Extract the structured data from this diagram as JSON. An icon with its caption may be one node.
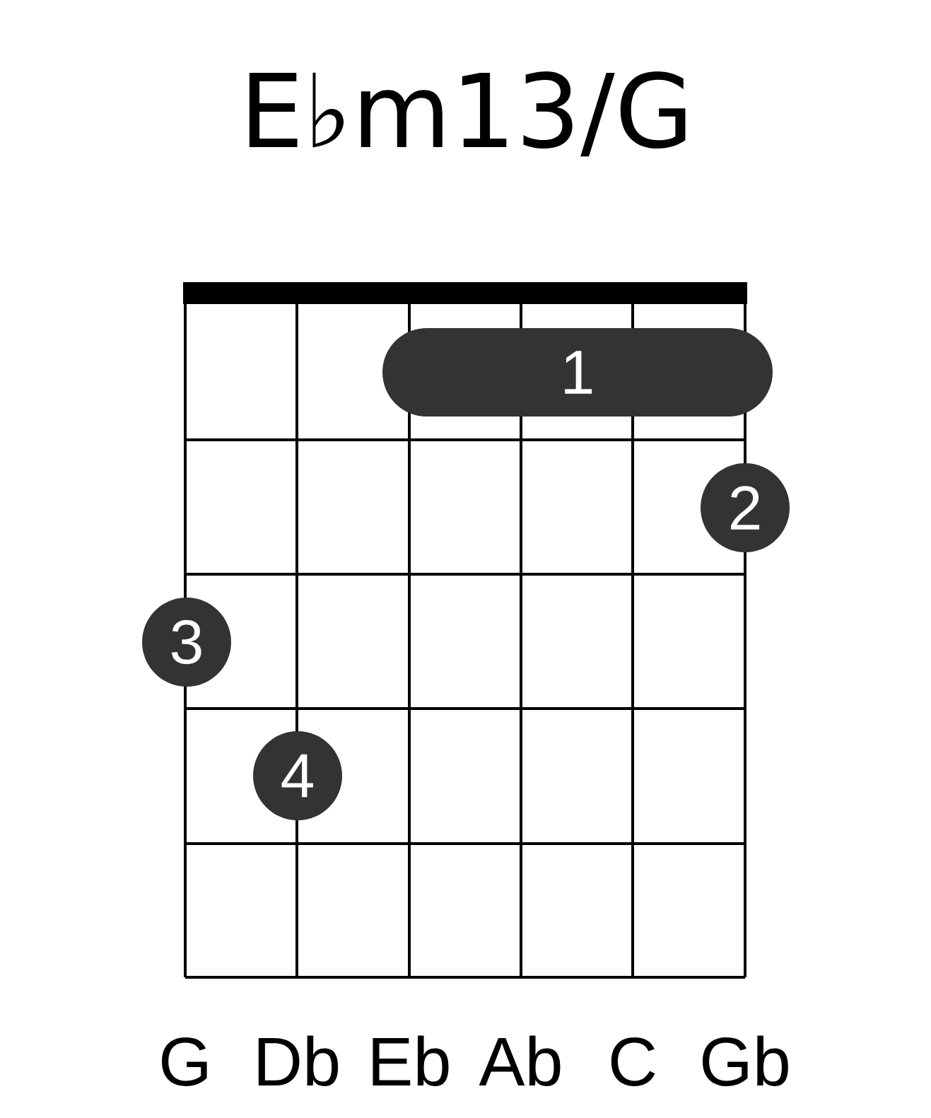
{
  "diagram": {
    "title": "E♭m13/G",
    "nodes": [
      {
        "text": [
          "1"
        ]
      },
      {
        "text": [
          "2"
        ]
      },
      {
        "text": [
          "3"
        ]
      },
      {
        "text": [
          "4"
        ]
      }
    ],
    "labels": [
      "G",
      "Db",
      "Eb",
      "Ab",
      "C",
      "Gb"
    ]
  }
}
